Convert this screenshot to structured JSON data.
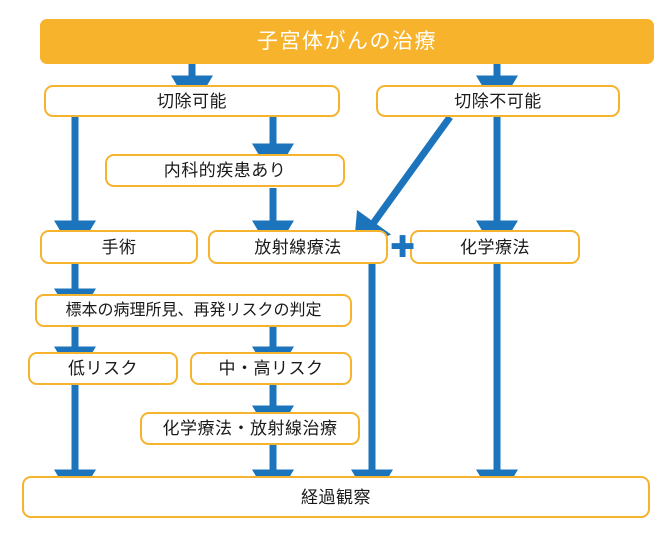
{
  "diagram": {
    "title": "子宮体がんの治療",
    "colors": {
      "header_fill": "#F7B32B",
      "box_border": "#F5B32E",
      "arrow": "#1C75BC",
      "plus": "#1C75BC",
      "background": "#FFFFFF"
    },
    "nodes": [
      {
        "id": "title",
        "label": "子宮体がんの治療"
      },
      {
        "id": "resectable",
        "label": "切除可能"
      },
      {
        "id": "unresectable",
        "label": "切除不可能"
      },
      {
        "id": "comorbidity",
        "label": "内科的疾患あり"
      },
      {
        "id": "surgery",
        "label": "手術"
      },
      {
        "id": "radiotherapy",
        "label": "放射線療法"
      },
      {
        "id": "chemotherapy",
        "label": "化学療法"
      },
      {
        "id": "pathology",
        "label": "標本の病理所見、再発リスクの判定"
      },
      {
        "id": "low-risk",
        "label": "低リスク"
      },
      {
        "id": "mid-high-risk",
        "label": "中・高リスク"
      },
      {
        "id": "chemo-radio",
        "label": "化学療法・放射線治療"
      },
      {
        "id": "follow-up",
        "label": "経過観察"
      }
    ],
    "plus_symbol": "✚"
  }
}
